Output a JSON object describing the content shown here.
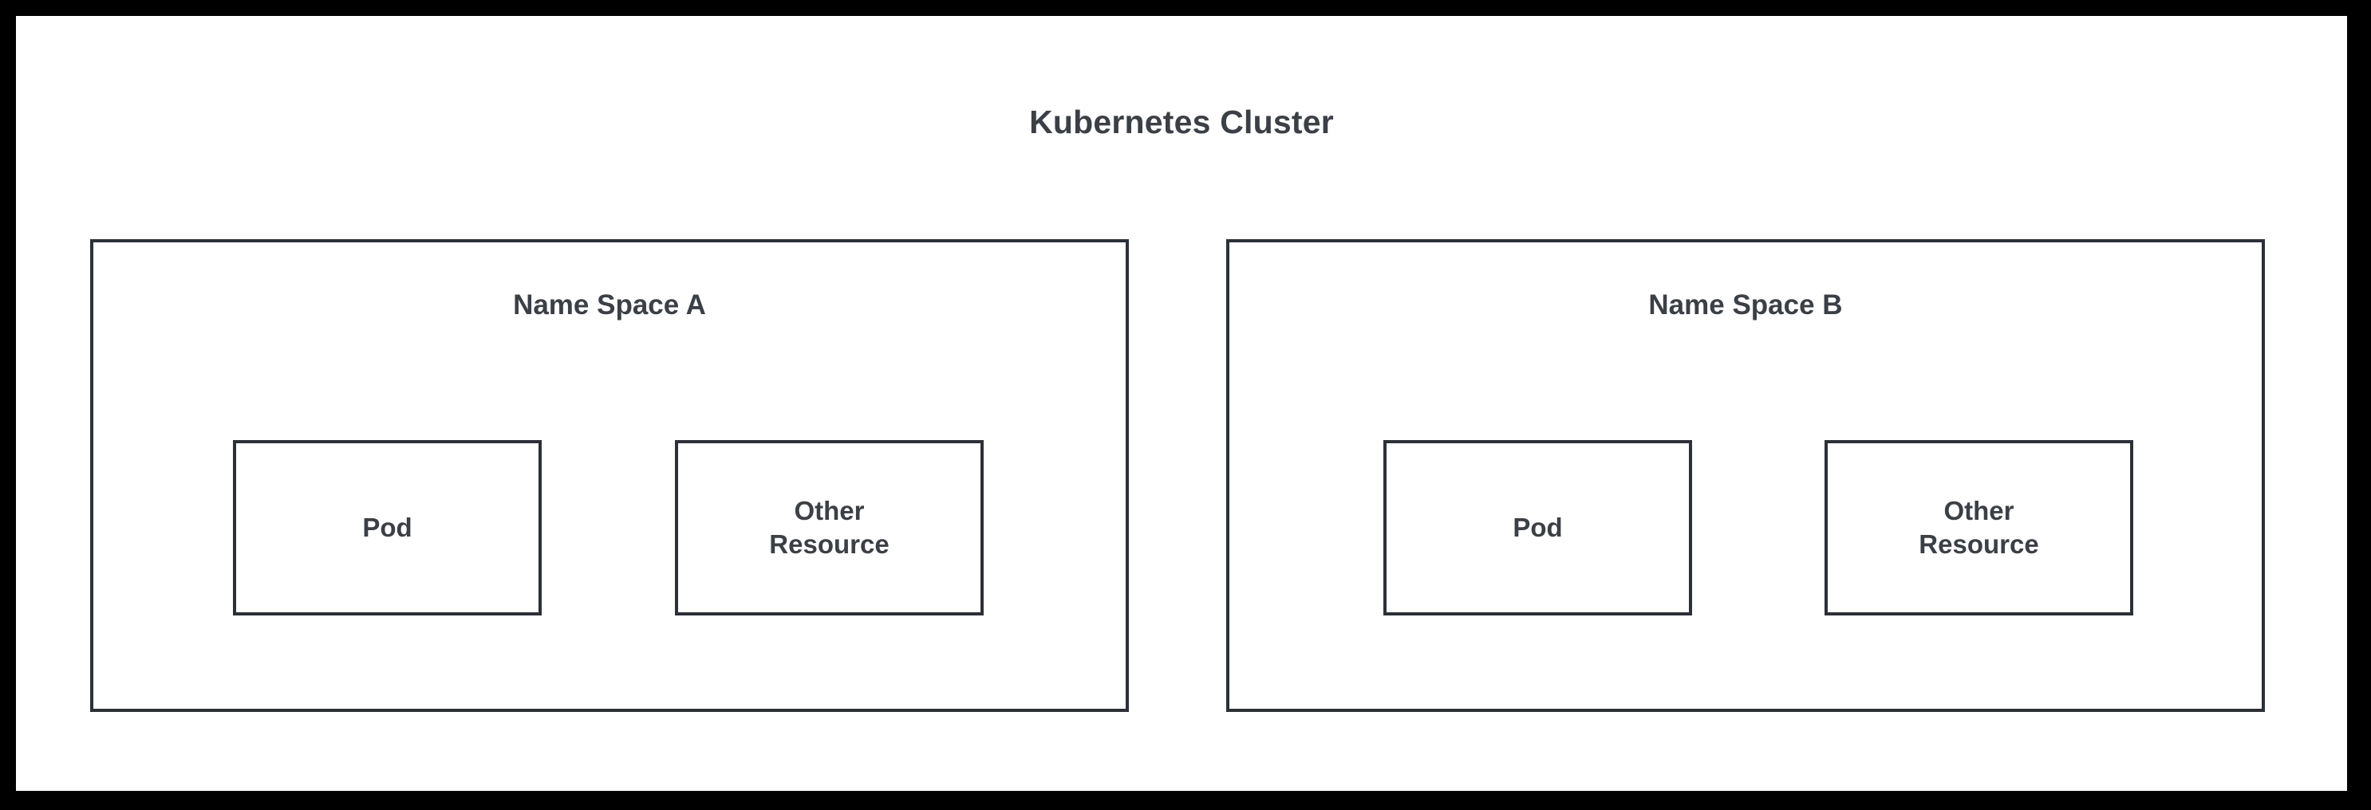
{
  "diagram": {
    "title": "Kubernetes Cluster",
    "colors": {
      "frame": "#000000",
      "canvas": "#ffffff",
      "box_border": "#2c3038",
      "text": "#3b4046"
    },
    "namespaces": [
      {
        "title": "Name Space A",
        "resources": [
          {
            "label": "Pod"
          },
          {
            "label": "Other\nResource"
          }
        ]
      },
      {
        "title": "Name Space B",
        "resources": [
          {
            "label": "Pod"
          },
          {
            "label": "Other\nResource"
          }
        ]
      }
    ]
  }
}
